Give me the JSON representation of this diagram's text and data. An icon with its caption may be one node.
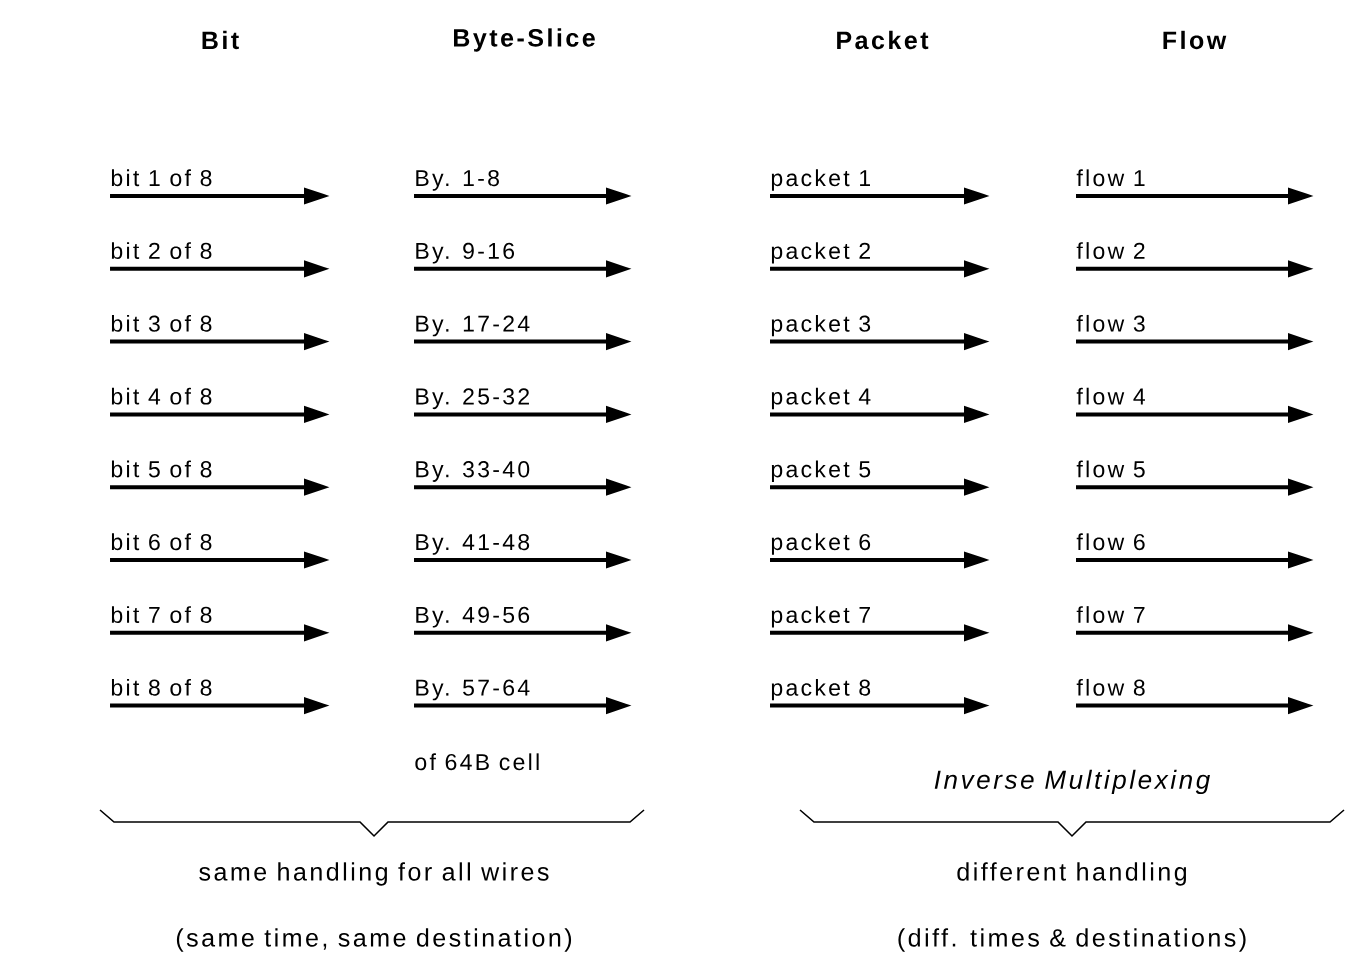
{
  "diagram": {
    "labels": [
      "Bit",
      "Byte-Slice",
      "Packet",
      "Flow",
      "bit 1 of 8",
      "By. 1-8",
      "packet 1",
      "flow 1",
      "bit 2 of 8",
      "By. 9-16",
      "packet 2",
      "flow 2",
      "bit 3 of 8",
      "By. 17-24",
      "packet 3",
      "flow 3",
      "bit 4 of 8",
      "By. 25-32",
      "packet 4",
      "flow 4",
      "bit 5 of 8",
      "By. 33-40",
      "packet 5",
      "flow 5",
      "bit 6 of 8",
      "By. 41-48",
      "packet 6",
      "flow 6",
      "bit 7 of 8",
      "By. 49-56",
      "packet 7",
      "flow 7",
      "bit 8 of 8",
      "By. 57-64",
      "packet 8",
      "flow 8",
      "of 64B cell",
      "Inverse Multiplexing",
      "same handling for all wires",
      "different handling",
      "(same time, same destination)",
      "(diff. times & destinations)"
    ]
  }
}
